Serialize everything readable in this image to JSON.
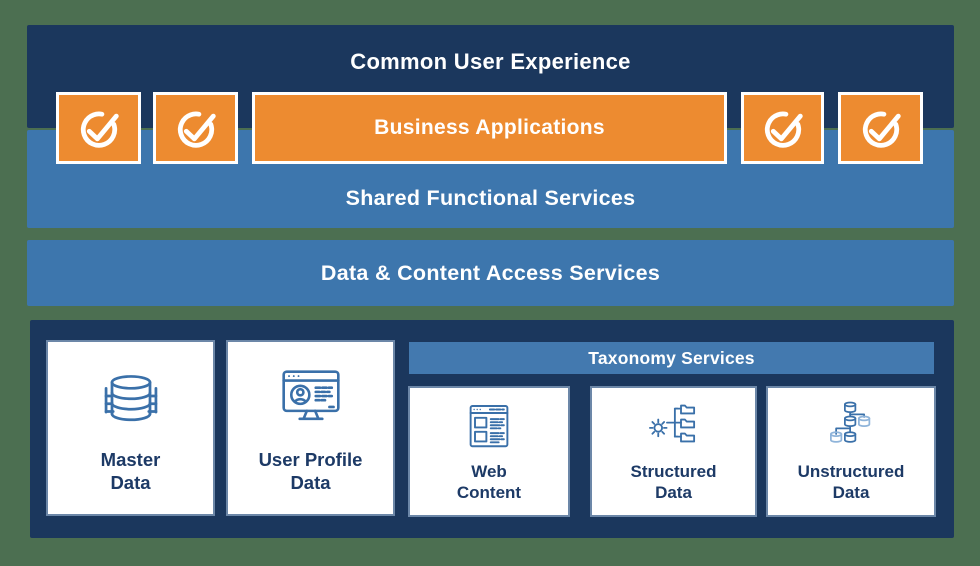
{
  "diagram": {
    "layers": {
      "common_user_experience": "Common User Experience",
      "business_applications": "Business Applications",
      "shared_functional_services": "Shared Functional Services",
      "data_content_access_services": "Data & Content Access Services"
    },
    "check_row": {
      "icon": "check-circle-icon",
      "count": 4
    },
    "taxonomy_header": "Taxonomy Services",
    "foundation_boxes": [
      {
        "label": "Master\nData",
        "icon": "database-stack-icon"
      },
      {
        "label": "User Profile\nData",
        "icon": "profile-monitor-icon"
      },
      {
        "label": "Web\nContent",
        "icon": "web-page-icon"
      },
      {
        "label": "Structured\nData",
        "icon": "gear-folders-icon"
      },
      {
        "label": "Unstructured\nData",
        "icon": "database-tree-icon"
      }
    ],
    "colors": {
      "background": "#4C6F51",
      "navy": "#1B375D",
      "blue": "#3D76AD",
      "taxonomy_bar": "#4379AF",
      "orange": "#ED8B30",
      "icon_blue": "#3A70A9",
      "icon_blue_light": "#8FB4DA",
      "label_navy": "#1D3A66"
    }
  }
}
